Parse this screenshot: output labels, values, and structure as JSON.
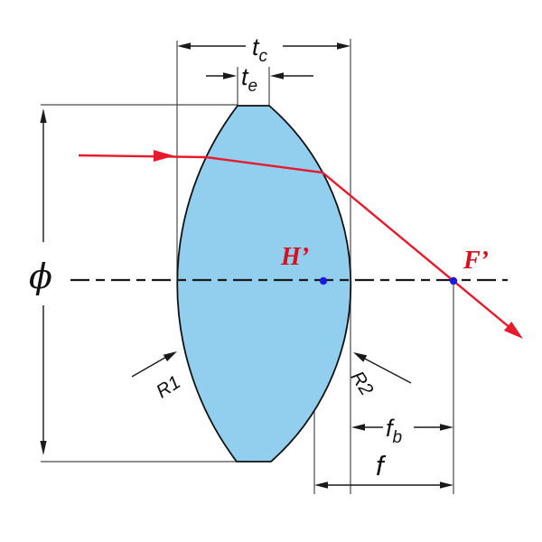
{
  "diagram_type": "biconvex-lens-optical-schematic",
  "labels": {
    "center_thickness": {
      "base": "t",
      "sub": "c"
    },
    "edge_thickness": {
      "base": "t",
      "sub": "e"
    },
    "diameter": "ϕ",
    "radius_front": "R1",
    "radius_back": "R2",
    "principal_point": "H’",
    "focal_point": "F’",
    "back_focal_distance": {
      "base": "f",
      "sub": "b"
    },
    "effective_focal_length": "f"
  },
  "colors": {
    "lens_fill": "#92CFEF",
    "ray_red": "#E8192C",
    "point_blue": "#1A1AE0",
    "label_red": "#D6111E"
  }
}
